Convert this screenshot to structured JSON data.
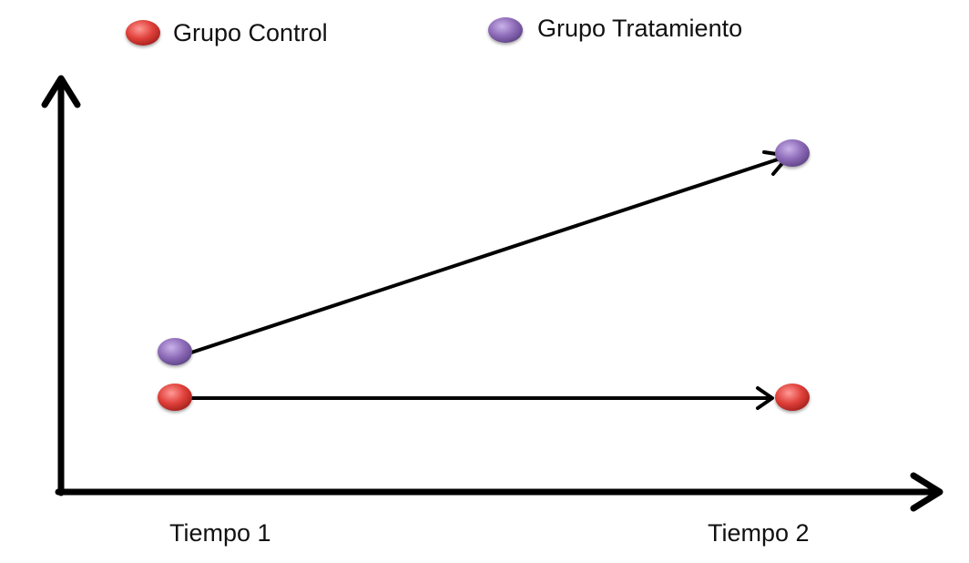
{
  "legend": {
    "control": {
      "label": "Grupo Control",
      "color": "#d9534f"
    },
    "treatment": {
      "label": "Grupo Tratamiento",
      "color": "#8e6bb8"
    }
  },
  "x_axis": {
    "ticks": [
      "Tiempo 1",
      "Tiempo 2"
    ]
  },
  "axis_color": "#000000",
  "points": {
    "treatment": {
      "from": "Tiempo 1",
      "to": "Tiempo 2",
      "trend": "increases"
    },
    "control": {
      "from": "Tiempo 1",
      "to": "Tiempo 2",
      "trend": "unchanged"
    }
  }
}
